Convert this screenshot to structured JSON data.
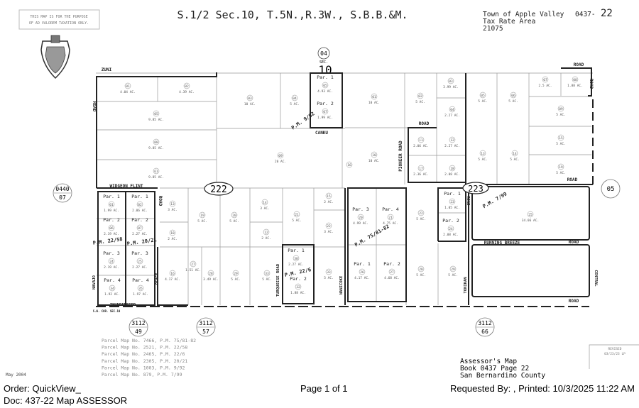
{
  "map": {
    "disclaimer": [
      "THIS MAP IS FOR THE PURPOSE",
      "OF AD VALOREM TAXATION ONLY."
    ],
    "title": "S.1/2 Sec.10, T.5N.,R.3W., S.B.B.&M.",
    "town": "Town of Apple Valley",
    "book_page": "0437-",
    "page_num": "22",
    "tax_rate_label": "Tax Rate Area",
    "tax_rate_area": "21075",
    "section_ref": {
      "num": "04",
      "sec_label": "SEC.",
      "sec_num": "10"
    },
    "blocks": [
      "222",
      "223"
    ],
    "adjacent_sheets": [
      {
        "top": "0440",
        "bottom": "07"
      },
      {
        "top": "05",
        "bottom": ""
      },
      {
        "top": "3112",
        "bottom": "49"
      },
      {
        "top": "3112",
        "bottom": "57"
      },
      {
        "top": "3112",
        "bottom": "66"
      }
    ],
    "roads": [
      "ZUNI",
      "ROAD",
      "ROAD",
      "ROAD",
      "CANKU",
      "ROAD",
      "PIONEER ROAD",
      "ROAD",
      "WIDGEON FLINT",
      "ROAD",
      "NAVAJO",
      "OSAGE",
      "THUNDERBIRD",
      "TURQUOISE ROAD",
      "NANICOKE",
      "ROAD",
      "RUNNING BREEZE",
      "ROAD",
      "TONIKAN",
      "CENTRAL",
      "ROAD",
      "S.W. COR. SEC.10"
    ],
    "pm_refs": [
      "P.M. 9/92",
      "P.M. 22/58",
      "P.M. 20/21",
      "P.M. 22/6",
      "P.M. 75/81-82",
      "P.M. 7/99"
    ],
    "parcels": [
      {
        "num": "01",
        "acres": "4.04 AC.",
        "par": ""
      },
      {
        "num": "02",
        "acres": "4.39 AC.",
        "par": ""
      },
      {
        "num": "05",
        "acres": "9.85 AC.",
        "par": ""
      },
      {
        "num": "08",
        "acres": "9.85 AC.",
        "par": ""
      },
      {
        "num": "61",
        "acres": "9.85 AC.",
        "par": ""
      },
      {
        "num": "03",
        "acres": "10 AC.",
        "par": ""
      },
      {
        "num": "04",
        "acres": "5 AC.",
        "par": ""
      },
      {
        "num": "09",
        "acres": "20 AC.",
        "par": ""
      },
      {
        "num": "05",
        "acres": "4.93 AC.",
        "par": "Par. 1"
      },
      {
        "num": "07",
        "acres": "1.99 AC.",
        "par": "Par. 2"
      },
      {
        "num": "01",
        "acres": "1.99 AC.",
        "par": "Par. 1"
      },
      {
        "num": "02",
        "acres": "2.06 AC.",
        "par": "Par. 1"
      },
      {
        "num": "06",
        "acres": "2.19 AC.",
        "par": "Par. 2"
      },
      {
        "num": "07",
        "acres": "2.27 AC.",
        "par": "Par. 2"
      },
      {
        "num": "24",
        "acres": "2.19 AC.",
        "par": "Par. 3"
      },
      {
        "num": "25",
        "acres": "2.27 AC.",
        "par": "Par. 3"
      },
      {
        "num": "34",
        "acres": "1.92 AC.",
        "par": "Par. 4"
      },
      {
        "num": "35",
        "acres": "1.97 AC.",
        "par": "Par. 4"
      },
      {
        "num": "13",
        "acres": "3 AC.",
        "par": ""
      },
      {
        "num": "18",
        "acres": "2 AC.",
        "par": ""
      },
      {
        "num": "19",
        "acres": "5 AC.",
        "par": ""
      },
      {
        "num": "20",
        "acres": "5 AC.",
        "par": ""
      },
      {
        "num": "14",
        "acres": "3 AC.",
        "par": ""
      },
      {
        "num": "12",
        "acres": "2 AC.",
        "par": ""
      },
      {
        "num": "21",
        "acres": "5 AC.",
        "par": ""
      },
      {
        "num": "15",
        "acres": "2 AC.",
        "par": ""
      },
      {
        "num": "22",
        "acres": "3 AC.",
        "par": ""
      },
      {
        "num": "16",
        "acres": "4.17 AC.",
        "par": ""
      },
      {
        "num": "27",
        "acres": "1.51 AC.",
        "par": ""
      },
      {
        "num": "28",
        "acres": "3.49 AC.",
        "par": ""
      },
      {
        "num": "29",
        "acres": "5 AC.",
        "par": ""
      },
      {
        "num": "33",
        "acres": "5 AC.",
        "par": ""
      },
      {
        "num": "30",
        "acres": "2.27 AC.",
        "par": "Par. 1"
      },
      {
        "num": "32",
        "acres": "1.88 AC.",
        "par": "Par. 2"
      },
      {
        "num": "33",
        "acres": "5 AC.",
        "par": ""
      },
      {
        "num": "01",
        "acres": "10 AC.",
        "par": ""
      },
      {
        "num": "02",
        "acres": "5 AC.",
        "par": ""
      },
      {
        "num": "03",
        "acres": "3.99 AC.",
        "par": ""
      },
      {
        "num": "04",
        "acres": "2.27 AC.",
        "par": ""
      },
      {
        "num": "05",
        "acres": "5 AC.",
        "par": ""
      },
      {
        "num": "06",
        "acres": "5 AC.",
        "par": ""
      },
      {
        "num": "07",
        "acres": "2.5 AC.",
        "par": ""
      },
      {
        "num": "08",
        "acres": "1.88 AC.",
        "par": ""
      },
      {
        "num": "09",
        "acres": "5 AC.",
        "par": ""
      },
      {
        "num": "11",
        "acres": "2.06 AC.",
        "par": ""
      },
      {
        "num": "12",
        "acres": "2.27 AC.",
        "par": ""
      },
      {
        "num": "10",
        "acres": "10 AC.",
        "par": ""
      },
      {
        "num": "16",
        "acres": "",
        "par": ""
      },
      {
        "num": "17",
        "acres": "2.36 AC.",
        "par": ""
      },
      {
        "num": "18",
        "acres": "2.08 AC.",
        "par": ""
      },
      {
        "num": "13",
        "acres": "5 AC.",
        "par": ""
      },
      {
        "num": "14",
        "acres": "5 AC.",
        "par": ""
      },
      {
        "num": "15",
        "acres": "5 AC.",
        "par": ""
      },
      {
        "num": "19",
        "acres": "5 AC.",
        "par": ""
      },
      {
        "num": "20",
        "acres": "4.99 AC.",
        "par": "Par. 3"
      },
      {
        "num": "21",
        "acres": "4.75 AC.",
        "par": "Par. 4"
      },
      {
        "num": "22",
        "acres": "5 AC.",
        "par": ""
      },
      {
        "num": "23",
        "acres": "1.05 AC.",
        "par": "Par. 1"
      },
      {
        "num": "24",
        "acres": "2.08 AC.",
        "par": "Par. 2"
      },
      {
        "num": "25",
        "acres": "34.06 AC.",
        "par": ""
      },
      {
        "num": "26",
        "acres": "4.17 AC.",
        "par": "Par. 1"
      },
      {
        "num": "27",
        "acres": "4.68 AC.",
        "par": "Par. 2"
      },
      {
        "num": "28",
        "acres": "5 AC.",
        "par": ""
      },
      {
        "num": "29",
        "acres": "5 AC.",
        "par": ""
      }
    ],
    "parcel_map_notes": [
      "Parcel Map No. 7466, P.M. 75/81-82",
      "Parcel Map No. 2521, P.M. 22/58",
      "Parcel Map No. 2465, P.M. 22/6",
      "Parcel Map No. 2305, P.M. 20/21",
      "Parcel Map No. 1003, P.M. 9/92",
      "Parcel Map No. 879, P.M. 7/99"
    ],
    "date": "May 2004",
    "revised": [
      "REVISED",
      "03/23/23 LP"
    ],
    "assessor_block": [
      "Assessor's Map",
      "Book 0437 Page 22",
      "San Bernardino County"
    ]
  },
  "footer": {
    "order": "Order: QuickView_",
    "doc": "Doc: 437-22 Map ASSESSOR",
    "page": "Page 1 of 1",
    "requested": "Requested By:   , Printed: 10/3/2025 11:22 AM"
  }
}
